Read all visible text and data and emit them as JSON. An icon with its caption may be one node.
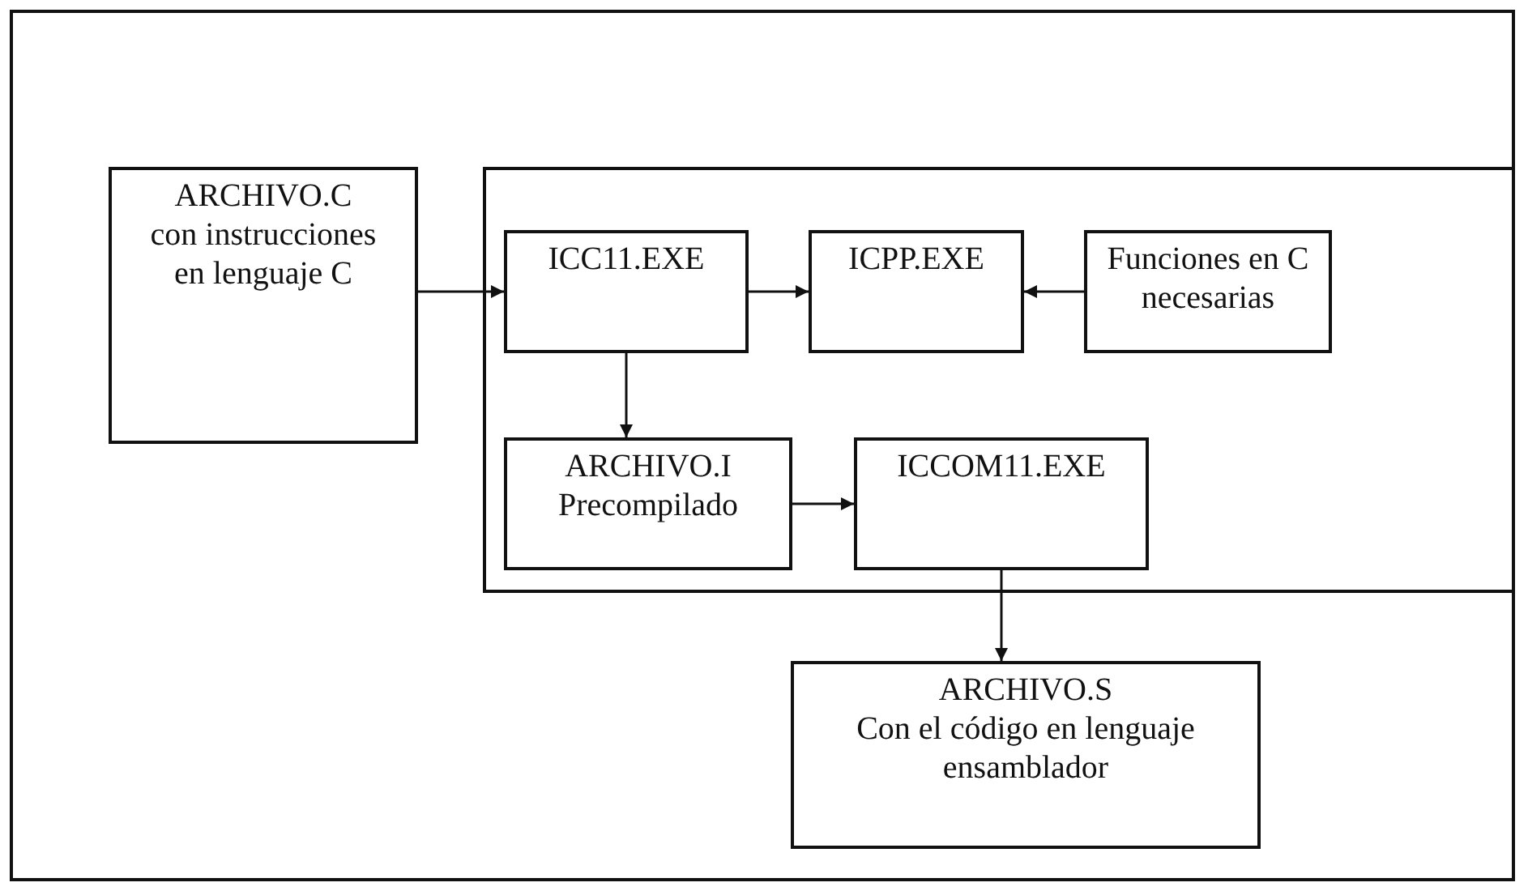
{
  "diagram": {
    "nodes": [
      {
        "text": [
          "ARCHIVO.C",
          "con instrucciones en lenguaje C"
        ]
      },
      {
        "text": [],
        "shape": "box"
      },
      {
        "text": [
          "ICC11.EXE"
        ],
        "in": 1
      },
      {
        "text": [
          "ICPP.EXE"
        ],
        "in": 1
      },
      {
        "text": [
          "Funciones en C necesarias"
        ],
        "in": 1
      },
      {
        "text": [
          "ARCHIVO.I",
          "Precompilado"
        ],
        "in": 1
      },
      {
        "text": [
          "ICCOM11.EXE"
        ],
        "in": 1
      },
      {
        "text": [
          "ARCHIVO.S",
          "Con el código en lenguaje ensamblador"
        ]
      }
    ],
    "edges": [
      {
        "from": 0,
        "to": 2,
        "arrow": "to"
      },
      {
        "from": 2,
        "to": 3,
        "arrow": "to"
      },
      {
        "from": 4,
        "to": 3,
        "arrow": "to"
      },
      {
        "from": 2,
        "to": 5,
        "arrow": "to"
      },
      {
        "from": 5,
        "to": 6,
        "arrow": "to"
      },
      {
        "from": 6,
        "to": 7,
        "arrow": "to"
      }
    ]
  }
}
